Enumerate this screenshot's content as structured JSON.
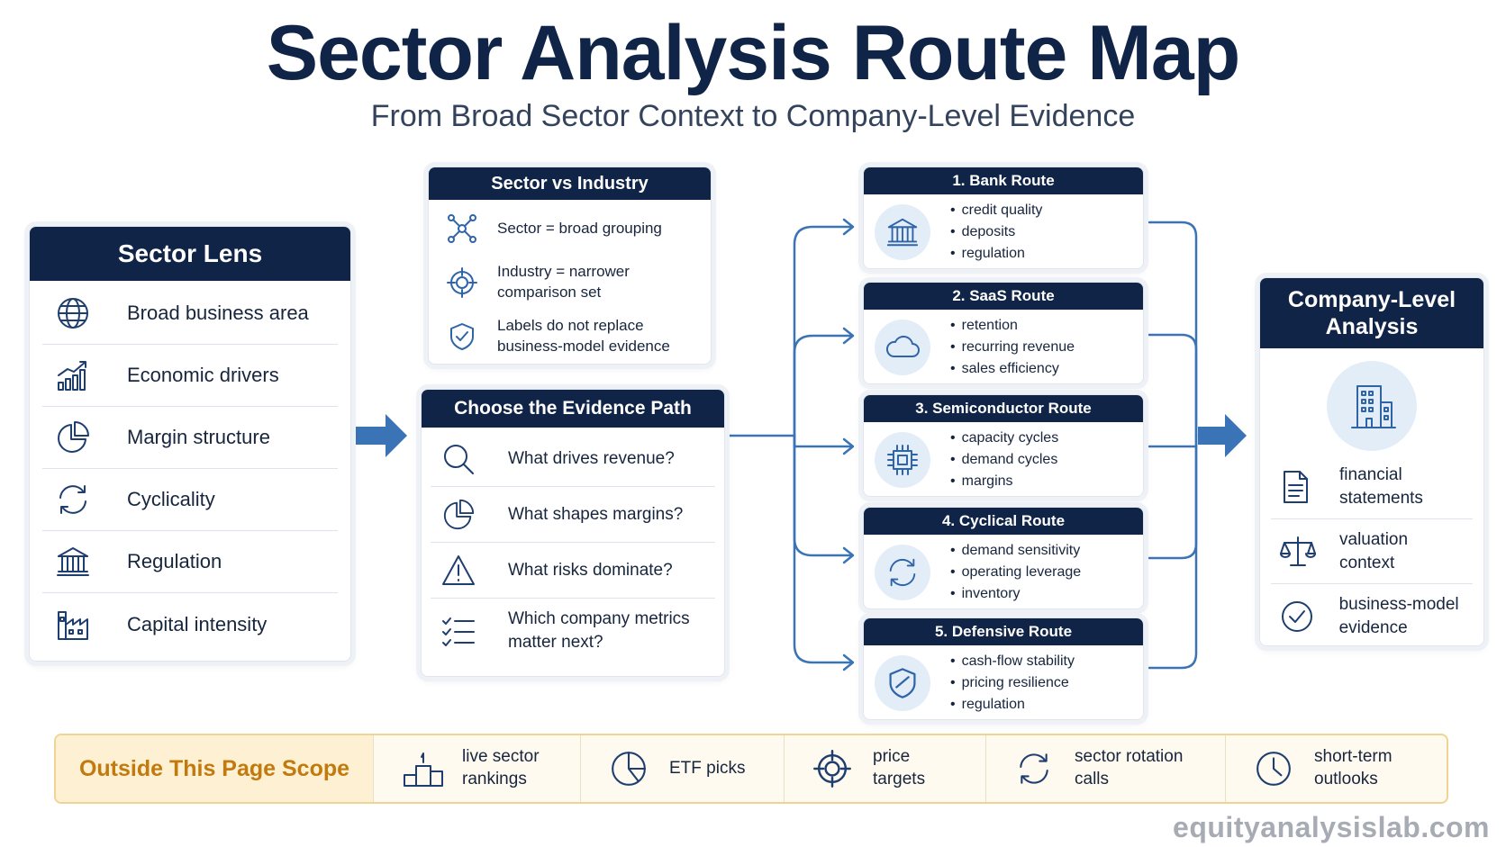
{
  "title": "Sector Analysis Route Map",
  "subtitle": "From Broad Sector Context to Company-Level Evidence",
  "sector_lens": {
    "title": "Sector Lens",
    "items": [
      {
        "label": "Broad business area",
        "icon": "globe-icon"
      },
      {
        "label": "Economic drivers",
        "icon": "growth-chart-icon"
      },
      {
        "label": "Margin structure",
        "icon": "pie-chart-icon"
      },
      {
        "label": "Cyclicality",
        "icon": "cycle-arrows-icon"
      },
      {
        "label": "Regulation",
        "icon": "bank-icon"
      },
      {
        "label": "Capital intensity",
        "icon": "factory-icon"
      }
    ]
  },
  "sector_vs_industry": {
    "title": "Sector vs Industry",
    "items": [
      {
        "label": "Sector = broad grouping",
        "icon": "network-icon"
      },
      {
        "label": "Industry = narrower comparison set",
        "icon": "target-icon"
      },
      {
        "label": "Labels do not replace business-model evidence",
        "icon": "shield-check-icon"
      }
    ]
  },
  "evidence_path": {
    "title": "Choose the Evidence Path",
    "items": [
      {
        "label": "What drives revenue?",
        "icon": "magnifier-icon"
      },
      {
        "label": "What shapes margins?",
        "icon": "pie-chart-icon"
      },
      {
        "label": "What risks dominate?",
        "icon": "warning-icon"
      },
      {
        "label": "Which company metrics matter next?",
        "icon": "checklist-icon"
      }
    ]
  },
  "routes": [
    {
      "title": "1. Bank Route",
      "icon": "bank-icon",
      "points": [
        "credit quality",
        "deposits",
        "regulation"
      ]
    },
    {
      "title": "2. SaaS Route",
      "icon": "cloud-icon",
      "points": [
        "retention",
        "recurring revenue",
        "sales efficiency"
      ]
    },
    {
      "title": "3. Semiconductor Route",
      "icon": "chip-icon",
      "points": [
        "capacity cycles",
        "demand cycles",
        "margins"
      ]
    },
    {
      "title": "4. Cyclical Route",
      "icon": "cycle-arrows-icon",
      "points": [
        "demand sensitivity",
        "operating leverage",
        "inventory"
      ]
    },
    {
      "title": "5. Defensive Route",
      "icon": "shield-check-icon",
      "points": [
        "cash-flow stability",
        "pricing resilience",
        "regulation"
      ]
    }
  ],
  "company_analysis": {
    "title_line1": "Company-Level",
    "title_line2": "Analysis",
    "icon": "office-building-icon",
    "items": [
      {
        "label": "financial statements",
        "icon": "document-icon"
      },
      {
        "label": "valuation context",
        "icon": "scales-icon"
      },
      {
        "label": "business-model evidence",
        "icon": "check-circle-icon"
      }
    ]
  },
  "outside_scope": {
    "title": "Outside This Page Scope",
    "items": [
      {
        "label": "live sector rankings",
        "icon": "podium-icon"
      },
      {
        "label": "ETF picks",
        "icon": "pie-chart-icon"
      },
      {
        "label": "price targets",
        "icon": "target-icon"
      },
      {
        "label": "sector rotation calls",
        "icon": "cycle-arrows-icon"
      },
      {
        "label": "short-term outlooks",
        "icon": "clock-icon"
      }
    ]
  },
  "footer": "equityanalysislab.com",
  "colors": {
    "navy": "#0f2446",
    "accent_blue": "#2f65a8",
    "scope_orange": "#c27a0e",
    "scope_bg": "#fffaf0"
  }
}
